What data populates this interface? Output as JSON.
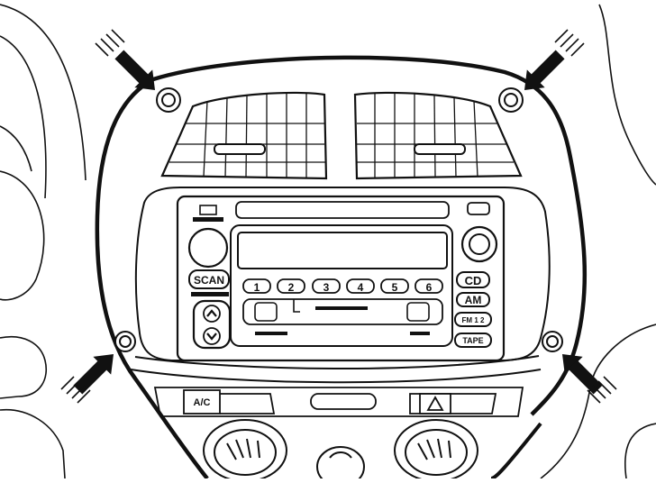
{
  "radio": {
    "scan": "SCAN",
    "presets": [
      "1",
      "2",
      "3",
      "4",
      "5",
      "6"
    ],
    "cd": "CD",
    "am": "AM",
    "fm": "FM 1 2",
    "tape": "TAPE"
  },
  "climate": {
    "ac": "A/C"
  },
  "icons": {
    "arrows": "arrow-icon",
    "hazard": "hazard-triangle-icon",
    "tune_up": "chevron-up-icon",
    "tune_down": "chevron-down-icon",
    "screws": "screw-icon"
  }
}
